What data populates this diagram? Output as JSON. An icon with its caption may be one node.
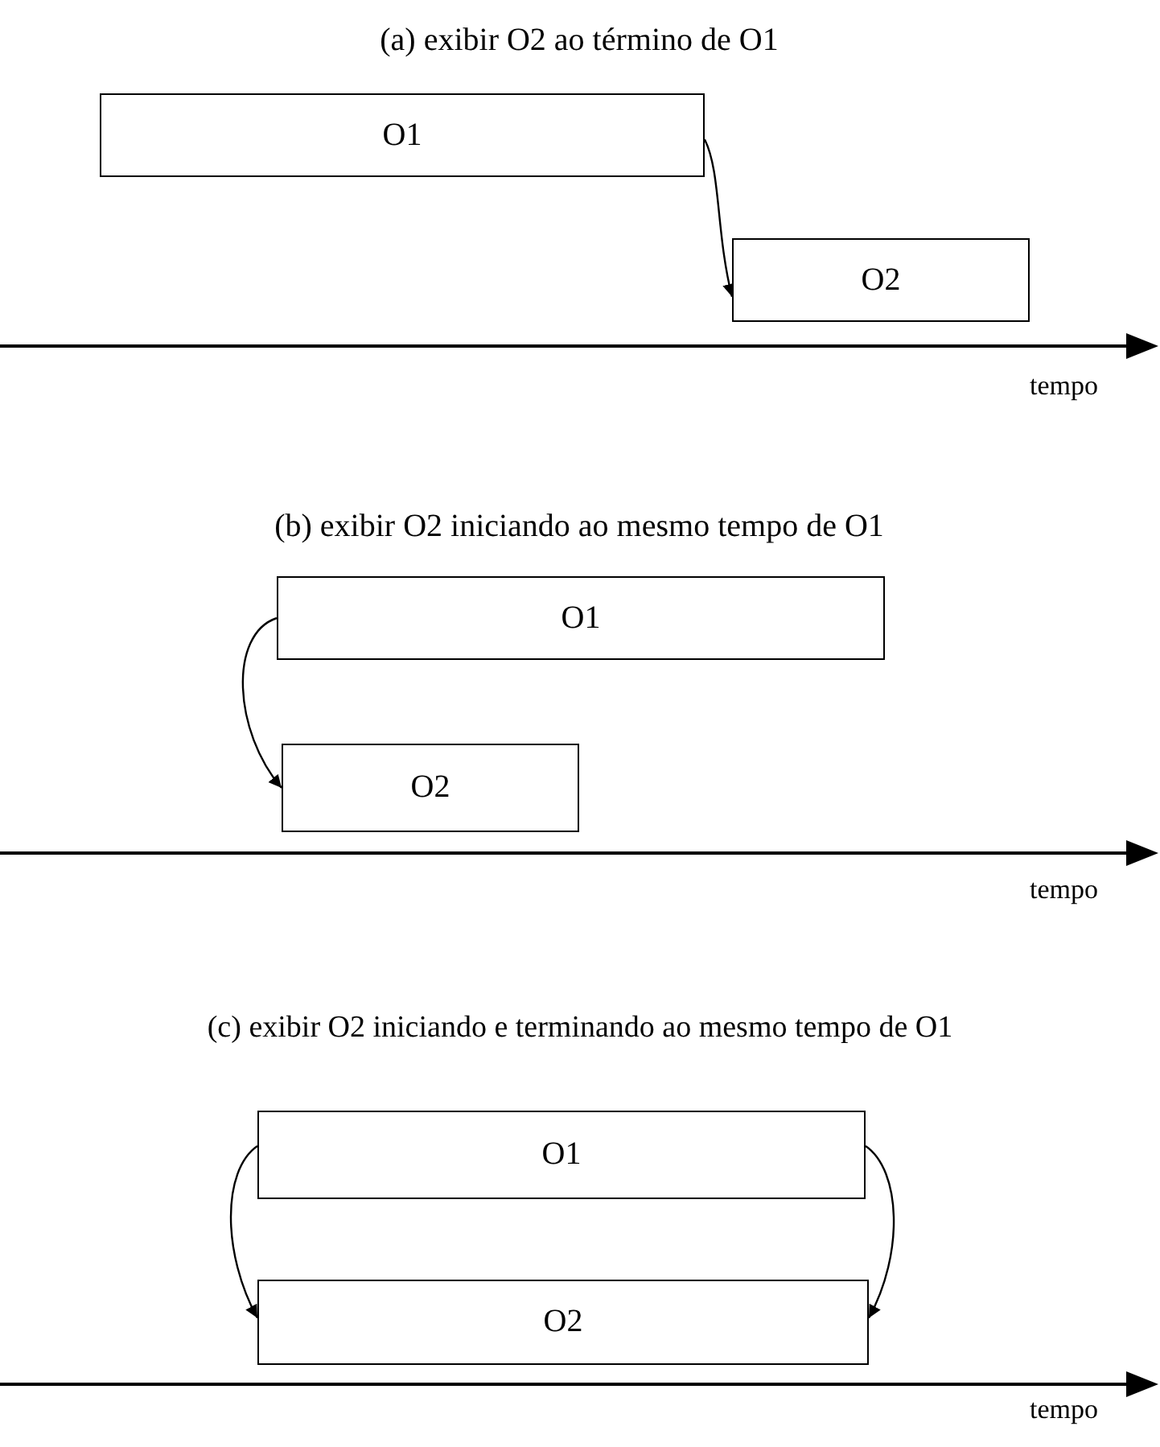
{
  "diagram": {
    "nodes": [
      {
        "text": [
          "O1"
        ]
      },
      {
        "text": [
          "O2"
        ]
      },
      {
        "text": [
          "O1"
        ]
      },
      {
        "text": [
          "O2"
        ]
      },
      {
        "text": [
          "O1"
        ]
      },
      {
        "text": [
          "O2"
        ]
      }
    ],
    "edges": [
      {
        "from": 0,
        "to": 1,
        "arrow": "to"
      },
      {
        "from": 2,
        "to": 3,
        "arrow": "to"
      },
      {
        "from": 4,
        "to": 5,
        "arrow": "to"
      },
      {
        "from": 4,
        "to": 5,
        "arrow": "to"
      }
    ],
    "labels": [
      "(a) exibir O2 ao término de O1",
      "tempo",
      "(b) exibir O2 iniciando ao mesmo tempo de O1",
      "tempo",
      "(c) exibir O2 iniciando e terminando ao mesmo tempo de O1",
      "tempo"
    ]
  }
}
